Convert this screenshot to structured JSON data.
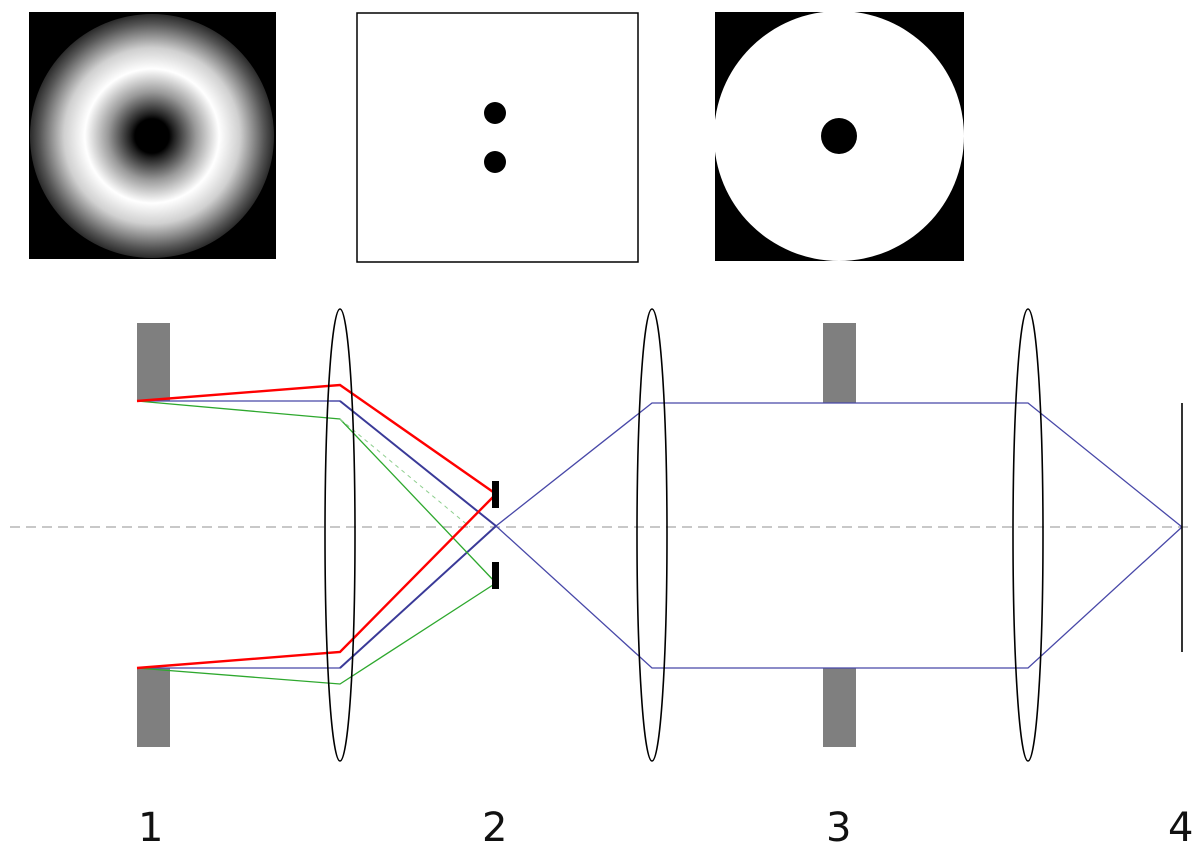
{
  "labels": {
    "plane1": "1",
    "plane2": "2",
    "plane3": "3",
    "plane4": "4"
  },
  "colors": {
    "background": "#ffffff",
    "optical_axis": "#a6a6a6",
    "stop_block": "#7f7f7f",
    "lens_outline": "#000000",
    "ray_red": "#ff0000",
    "ray_blue": "#4848a8",
    "ray_green": "#2ea82e",
    "inset_black": "#000000",
    "inset_white": "#ffffff"
  },
  "insets": {
    "plane1": "annular-gradient-ring",
    "plane2": "two-dots-on-white",
    "plane3": "white-disk-with-central-dot"
  }
}
